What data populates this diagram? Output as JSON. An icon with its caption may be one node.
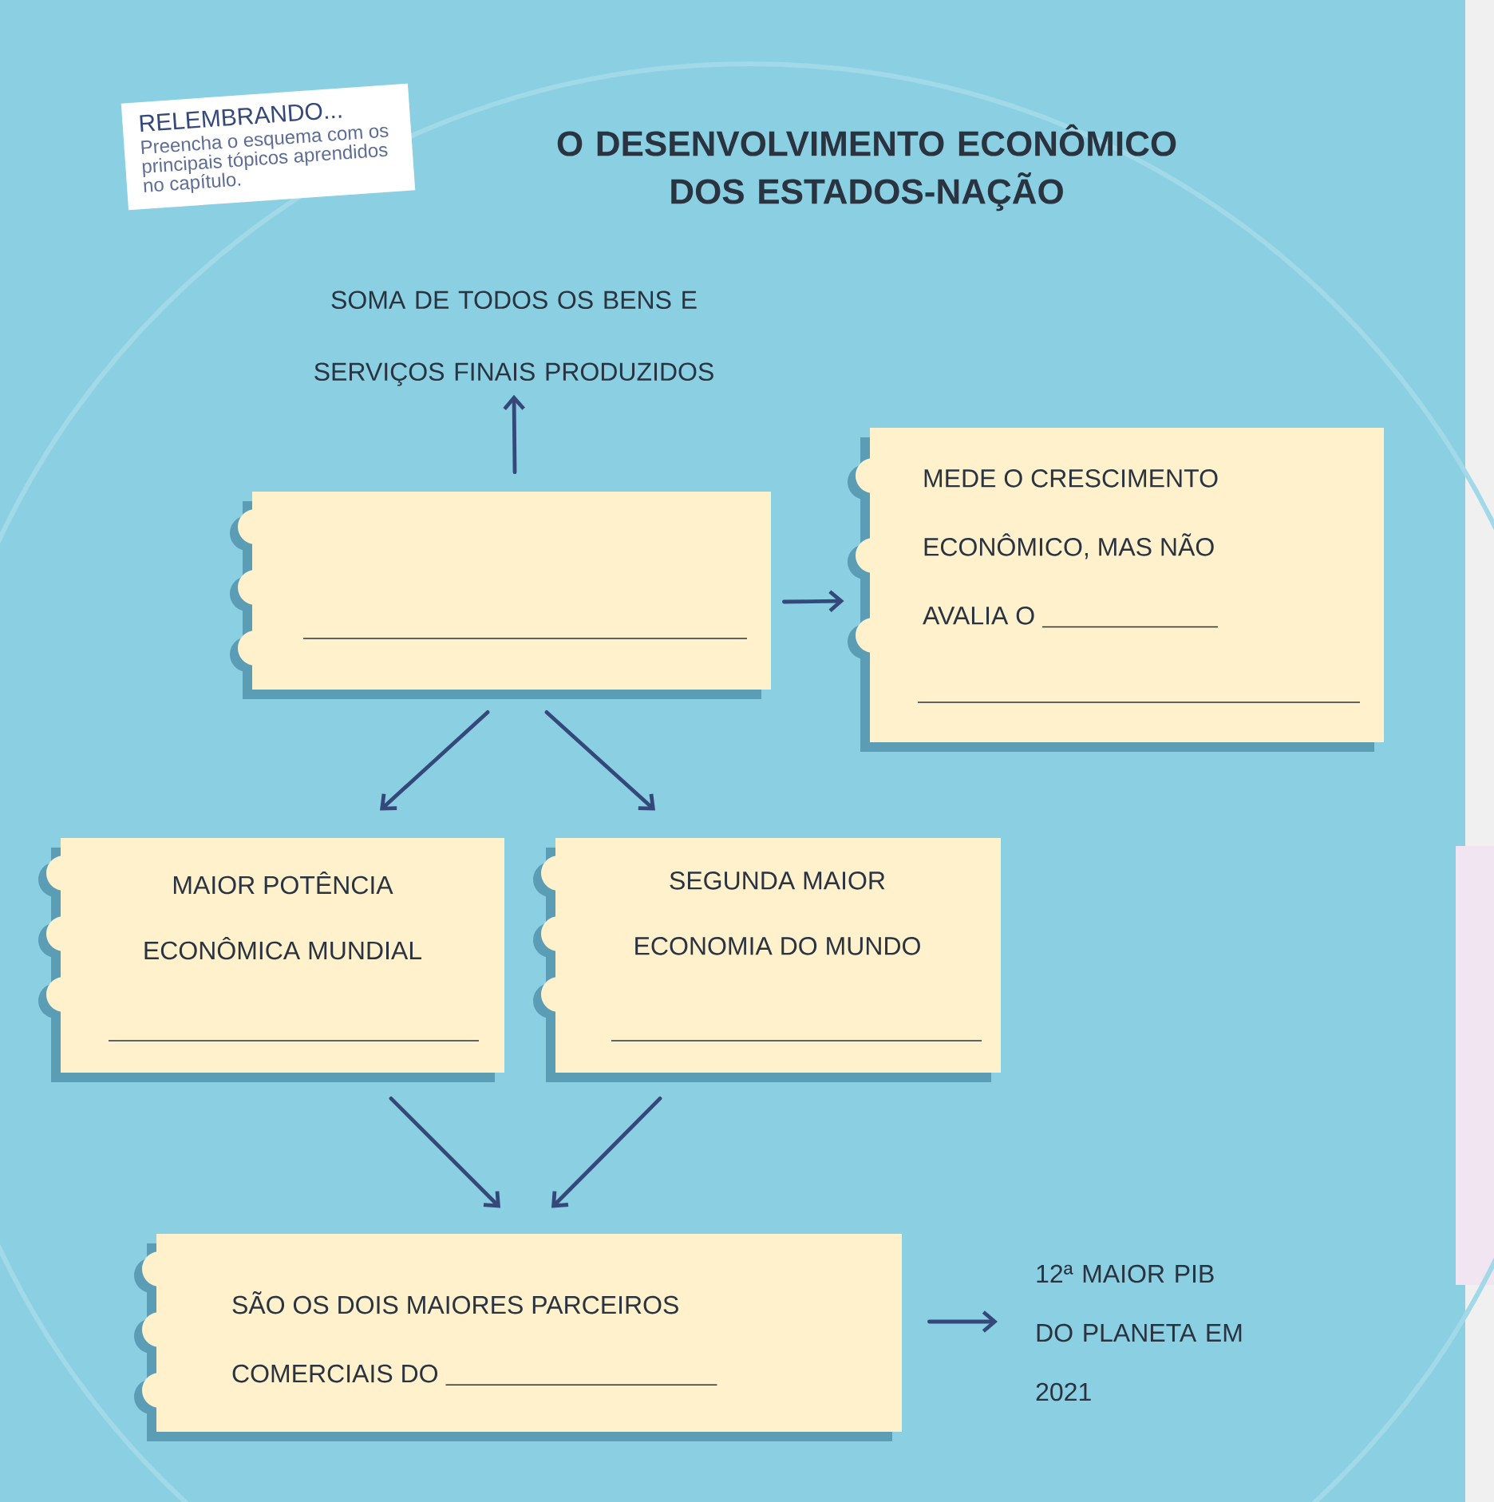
{
  "diagram": {
    "title": "O DESENVOLVIMENTO ECONÔMICO DOS ESTADOS-NAÇÃO",
    "nodes": [
      {
        "text": [
          "RELEMBRANDO...",
          "Preencha o esquema com os principais tópicos aprendidos no capítulo."
        ]
      },
      {
        "text": [
          "SOMA DE TODOS OS BENS E SERVIÇOS FINAIS PRODUZIDOS"
        ]
      },
      {
        "text": [],
        "shape": "box"
      },
      {
        "text": [
          "MEDE O CRESCIMENTO ECONÔMICO, MAS NÃO AVALIA O"
        ]
      },
      {
        "text": [
          "MAIOR POTÊNCIA ECONÔMICA MUNDIAL"
        ]
      },
      {
        "text": [
          "SEGUNDA MAIOR ECONOMIA DO MUNDO"
        ]
      },
      {
        "text": [
          "SÃO OS DOIS MAIORES PARCEIROS COMERCIAIS DO"
        ]
      },
      {
        "text": [
          "12ª MAIOR PIB DO PLANETA EM 2021"
        ]
      }
    ],
    "edges": [
      {
        "from": 2,
        "to": 1,
        "arrow": "to"
      },
      {
        "from": 2,
        "to": 3,
        "arrow": "to"
      },
      {
        "from": 2,
        "to": 4,
        "arrow": "to"
      },
      {
        "from": 2,
        "to": 5,
        "arrow": "to"
      },
      {
        "from": 4,
        "to": 6,
        "arrow": "to"
      },
      {
        "from": 5,
        "to": 6,
        "arrow": "to"
      },
      {
        "from": 6,
        "to": 7,
        "arrow": "to"
      }
    ]
  }
}
